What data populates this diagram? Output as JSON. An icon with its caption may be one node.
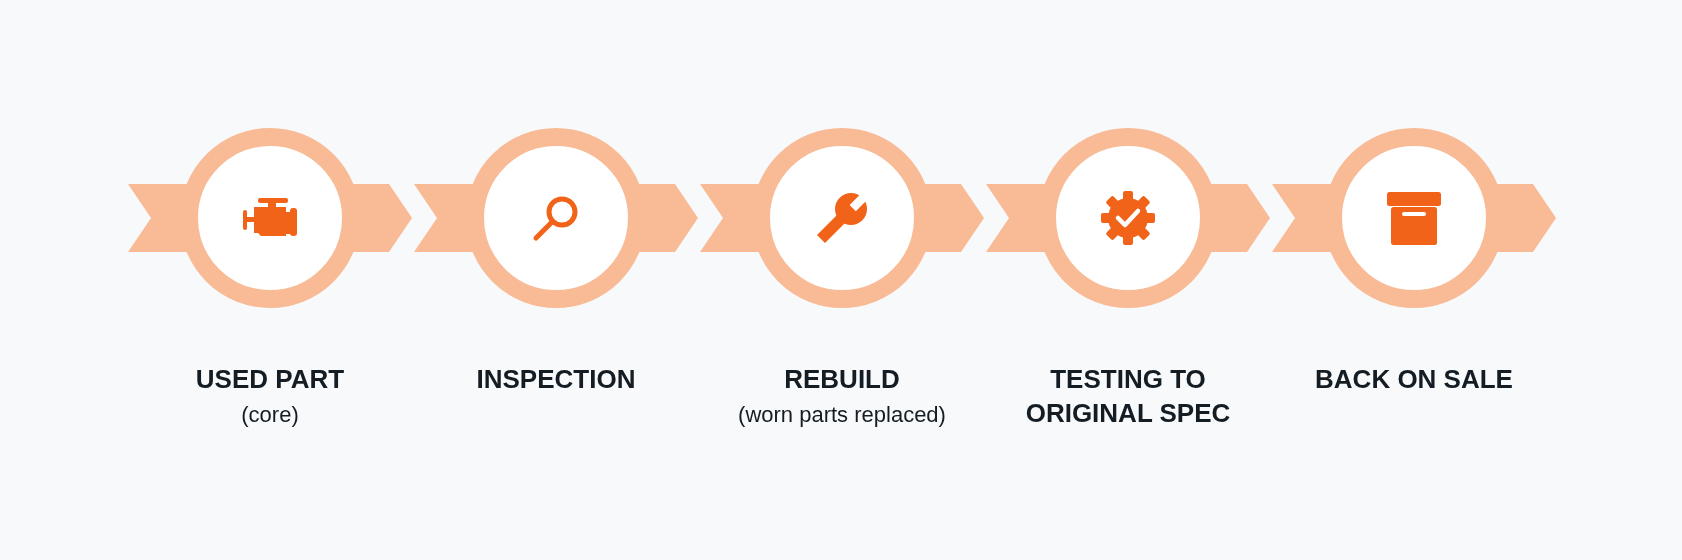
{
  "diagram": {
    "nodes": [
      {
        "text": [
          "USED PART",
          "(core)"
        ]
      },
      {
        "text": [
          "INSPECTION"
        ]
      },
      {
        "text": [
          "REBUILD",
          "(worn parts replaced)"
        ]
      },
      {
        "text": [
          "TESTING TO ORIGINAL SPEC"
        ]
      },
      {
        "text": [
          "BACK ON SALE"
        ]
      }
    ],
    "edges": [
      {
        "from": 0,
        "to": 1,
        "arrow": "to"
      },
      {
        "from": 1,
        "to": 2,
        "arrow": "to"
      },
      {
        "from": 2,
        "to": 3,
        "arrow": "to"
      },
      {
        "from": 3,
        "to": 4,
        "arrow": "to"
      },
      {
        "from": 4,
        "to": null,
        "arrow": "to"
      }
    ]
  }
}
